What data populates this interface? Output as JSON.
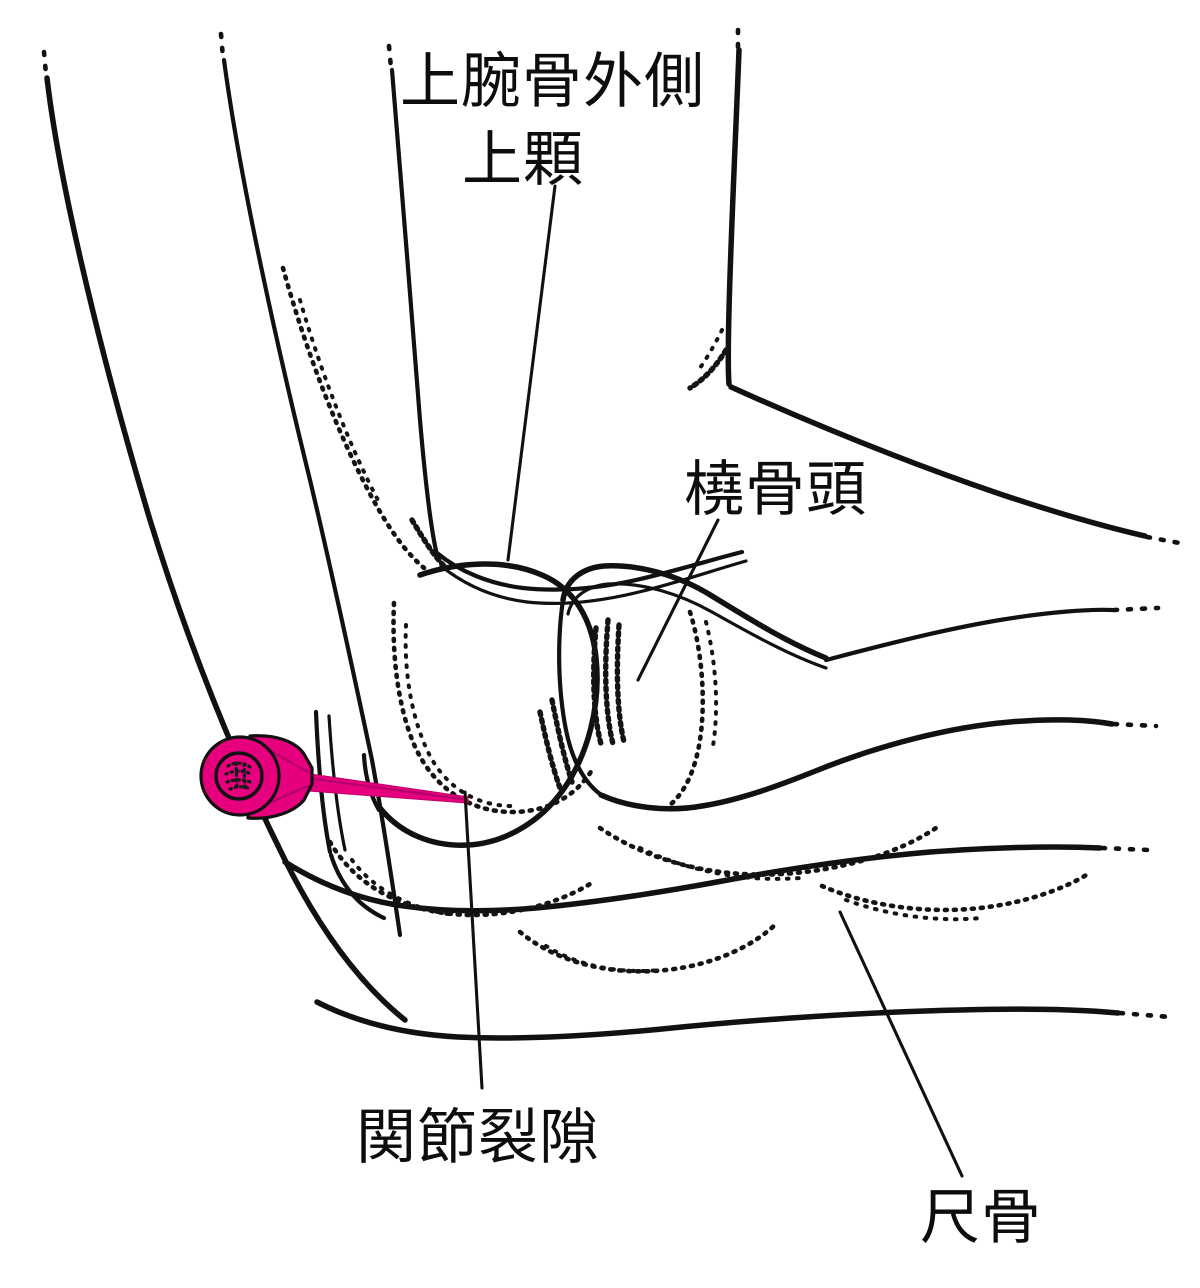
{
  "figure": {
    "kind": "anatomical-illustration",
    "subject": "elbow-joint-lateral-view-with-injection-needle",
    "background_color": "#ffffff",
    "ink_color": "#111111",
    "accent_color": "#E6007E"
  },
  "labels": {
    "lateral_epicondyle_line1": "上腕骨外側",
    "lateral_epicondyle_line2": "上顆",
    "radial_head": "橈骨頭",
    "joint_space": "関節裂隙",
    "ulna": "尺骨"
  },
  "marker": {
    "name": "injection-needle",
    "color": "#E6007E",
    "description": "needle-hub-with-shaft"
  }
}
